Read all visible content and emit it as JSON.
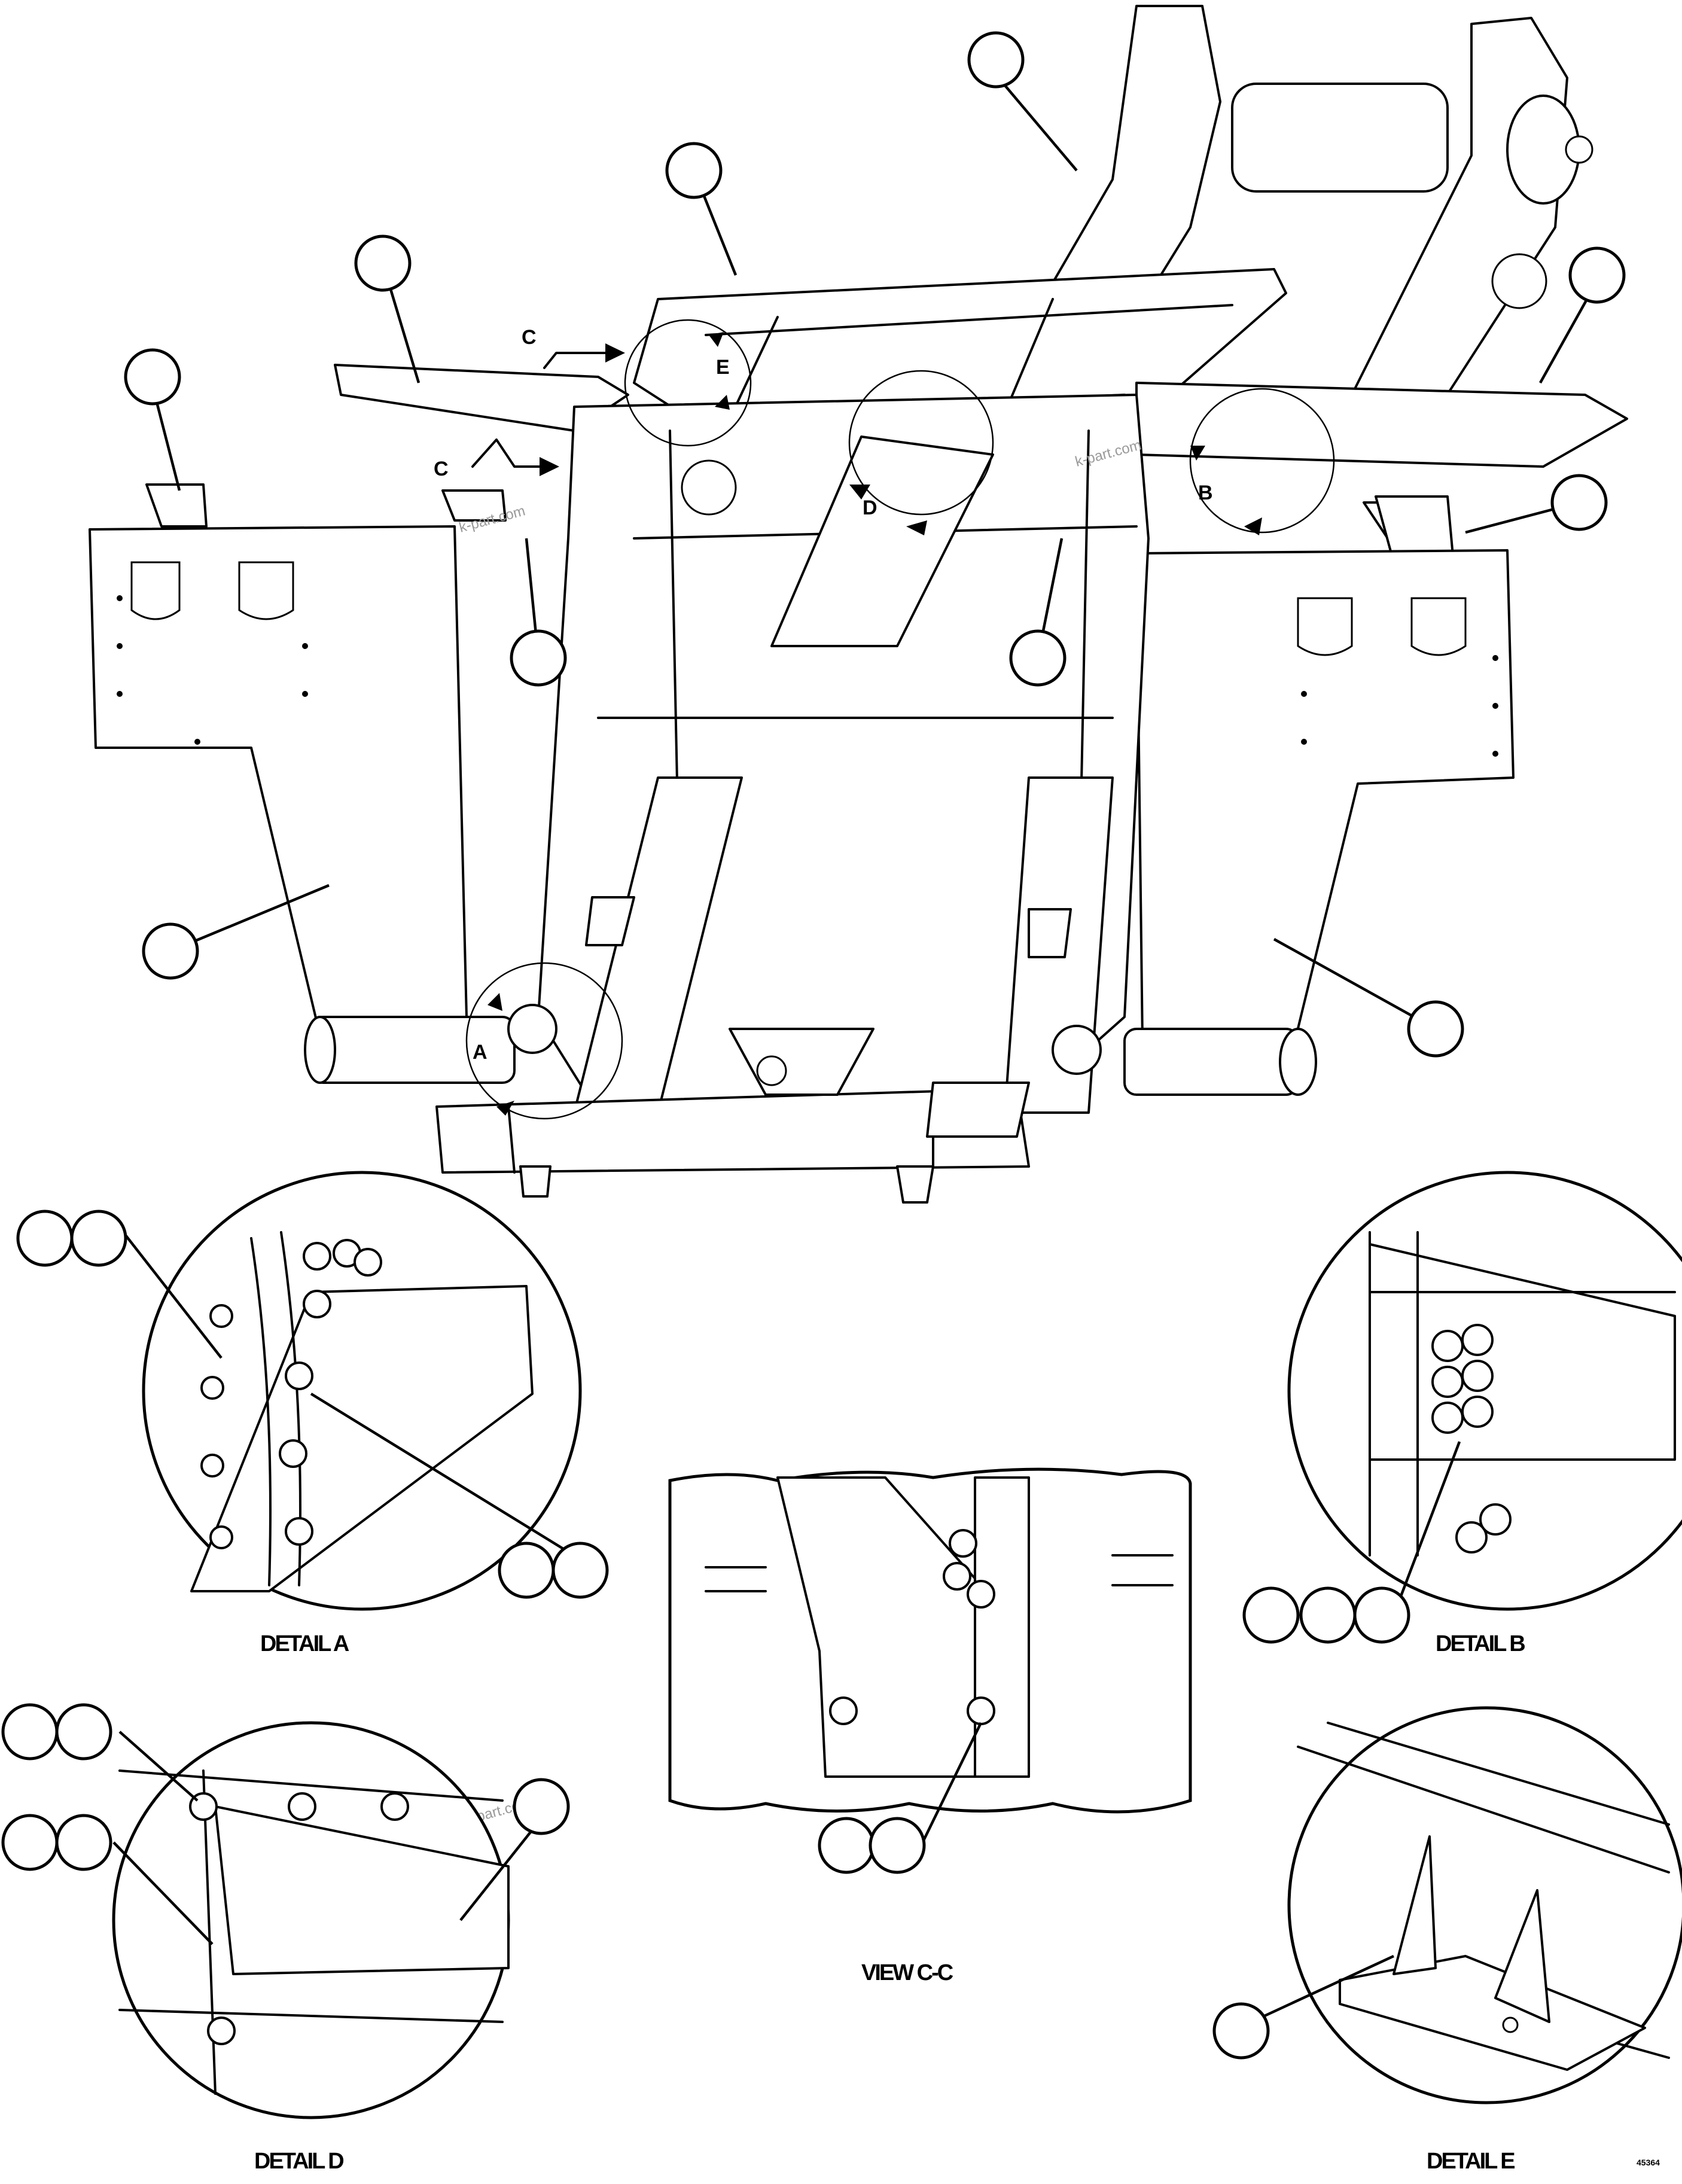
{
  "view_letters": {
    "c_top": "C",
    "c_bottom": "C",
    "e": "E",
    "d": "D",
    "b": "B",
    "a": "A"
  },
  "captions": {
    "detail_a": "DETAIL A",
    "detail_b": "DETAIL B",
    "detail_d": "DETAIL D",
    "detail_e": "DETAIL E",
    "view_cc": "VIEW C-C"
  },
  "watermark": "k-part.com",
  "figure_number": "45364",
  "colors": {
    "line": "#000000",
    "background": "#ffffff",
    "watermark": "#9a9a9a"
  }
}
